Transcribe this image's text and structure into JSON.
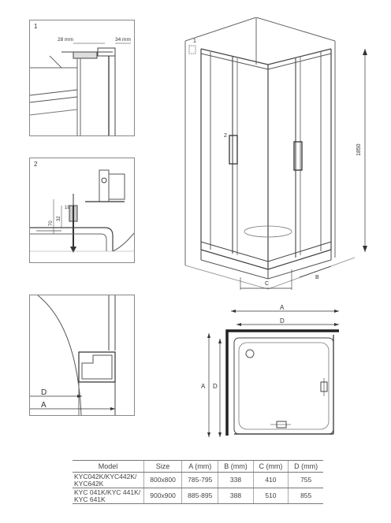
{
  "detail_panels": [
    {
      "number": "1",
      "labels": [
        "28 mm",
        "34 mm"
      ]
    },
    {
      "number": "2",
      "labels": [
        "18",
        "32",
        "70"
      ]
    },
    {
      "number": "",
      "labels": [
        "D",
        "A"
      ]
    }
  ],
  "main_drawing": {
    "callouts": [
      "1",
      "2"
    ],
    "dimensions": {
      "height": "1850",
      "c": "C",
      "b": "B"
    }
  },
  "plan_view": {
    "dimensions": {
      "a_top": "A",
      "d_top": "D",
      "a_left": "A",
      "d_left": "D"
    }
  },
  "spec_table": {
    "headers": [
      "Model",
      "Size",
      "A (mm)",
      "B (mm)",
      "C (mm)",
      "D (mm)"
    ],
    "rows": [
      {
        "model": "KYC042K/KYC442K/ KYC642K",
        "size": "800x800",
        "a": "785-795",
        "b": "338",
        "c": "410",
        "d": "755"
      },
      {
        "model": "KYC 041K/KYC 441K/ KYC 641K",
        "size": "900x900",
        "a": "885-895",
        "b": "388",
        "c": "510",
        "d": "855"
      }
    ]
  }
}
